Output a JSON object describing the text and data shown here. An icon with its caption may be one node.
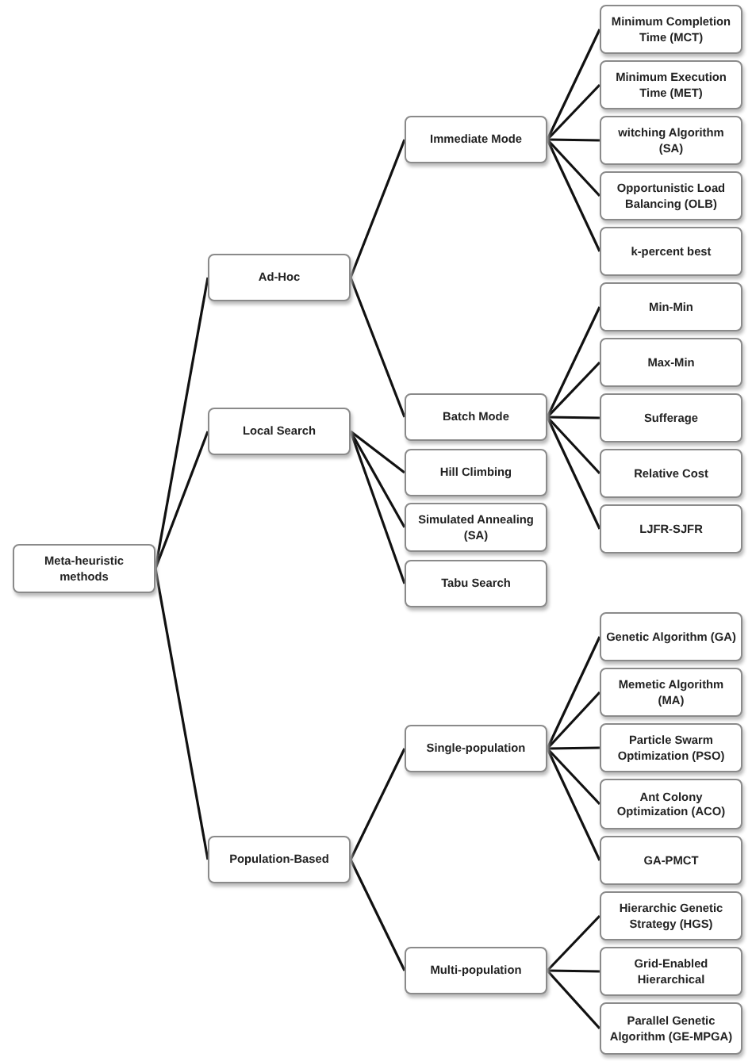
{
  "diagram": {
    "nodes": [
      {
        "text": [
          "Meta-heuristic methods"
        ]
      },
      {
        "text": [
          "Ad-Hoc"
        ]
      },
      {
        "text": [
          "Immediate Mode"
        ]
      },
      {
        "text": [
          "Minimum Completion Time (MCT)"
        ]
      },
      {
        "text": [
          "Minimum Execution Time (MET)"
        ]
      },
      {
        "text": [
          "witching Algorithm (SA)"
        ]
      },
      {
        "text": [
          "Opportunistic Load Balancing (OLB)"
        ]
      },
      {
        "text": [
          "k-percent best"
        ]
      },
      {
        "text": [
          "Batch Mode"
        ]
      },
      {
        "text": [
          "Min-Min"
        ]
      },
      {
        "text": [
          "Max-Min"
        ]
      },
      {
        "text": [
          "Sufferage"
        ]
      },
      {
        "text": [
          "Relative Cost"
        ]
      },
      {
        "text": [
          "LJFR-SJFR"
        ]
      },
      {
        "text": [
          "Local Search"
        ]
      },
      {
        "text": [
          "Hill Climbing"
        ]
      },
      {
        "text": [
          "Simulated Annealing (SA)"
        ]
      },
      {
        "text": [
          "Tabu Search"
        ]
      },
      {
        "text": [
          "Population-Based"
        ]
      },
      {
        "text": [
          "Single-population"
        ]
      },
      {
        "text": [
          "Genetic Algorithm (GA)"
        ]
      },
      {
        "text": [
          "Memetic Algorithm (MA)"
        ]
      },
      {
        "text": [
          "Particle Swarm Optimization (PSO)"
        ]
      },
      {
        "text": [
          "Ant Colony Optimization (ACO)"
        ]
      },
      {
        "text": [
          "GA-PMCT"
        ]
      },
      {
        "text": [
          "Multi-population"
        ]
      },
      {
        "text": [
          "Hierarchic Genetic Strategy (HGS)"
        ]
      },
      {
        "text": [
          "Grid-Enabled Hierarchical"
        ]
      },
      {
        "text": [
          "Parallel Genetic Algorithm (GE-MPGA)"
        ]
      }
    ],
    "edges": [
      {
        "from": 0,
        "to": 1,
        "arrow": "none"
      },
      {
        "from": 0,
        "to": 14,
        "arrow": "none"
      },
      {
        "from": 0,
        "to": 18,
        "arrow": "none"
      },
      {
        "from": 1,
        "to": 2,
        "arrow": "none"
      },
      {
        "from": 1,
        "to": 8,
        "arrow": "none"
      },
      {
        "from": 2,
        "to": 3,
        "arrow": "none"
      },
      {
        "from": 2,
        "to": 4,
        "arrow": "none"
      },
      {
        "from": 2,
        "to": 5,
        "arrow": "none"
      },
      {
        "from": 2,
        "to": 6,
        "arrow": "none"
      },
      {
        "from": 2,
        "to": 7,
        "arrow": "none"
      },
      {
        "from": 8,
        "to": 9,
        "arrow": "none"
      },
      {
        "from": 8,
        "to": 10,
        "arrow": "none"
      },
      {
        "from": 8,
        "to": 11,
        "arrow": "none"
      },
      {
        "from": 8,
        "to": 12,
        "arrow": "none"
      },
      {
        "from": 8,
        "to": 13,
        "arrow": "none"
      },
      {
        "from": 14,
        "to": 15,
        "arrow": "none"
      },
      {
        "from": 14,
        "to": 16,
        "arrow": "none"
      },
      {
        "from": 14,
        "to": 17,
        "arrow": "none"
      },
      {
        "from": 18,
        "to": 19,
        "arrow": "none"
      },
      {
        "from": 18,
        "to": 25,
        "arrow": "none"
      },
      {
        "from": 19,
        "to": 20,
        "arrow": "none"
      },
      {
        "from": 19,
        "to": 21,
        "arrow": "none"
      },
      {
        "from": 19,
        "to": 22,
        "arrow": "none"
      },
      {
        "from": 19,
        "to": 23,
        "arrow": "none"
      },
      {
        "from": 19,
        "to": 24,
        "arrow": "none"
      },
      {
        "from": 25,
        "to": 26,
        "arrow": "none"
      },
      {
        "from": 25,
        "to": 27,
        "arrow": "none"
      },
      {
        "from": 25,
        "to": 28,
        "arrow": "none"
      }
    ]
  }
}
